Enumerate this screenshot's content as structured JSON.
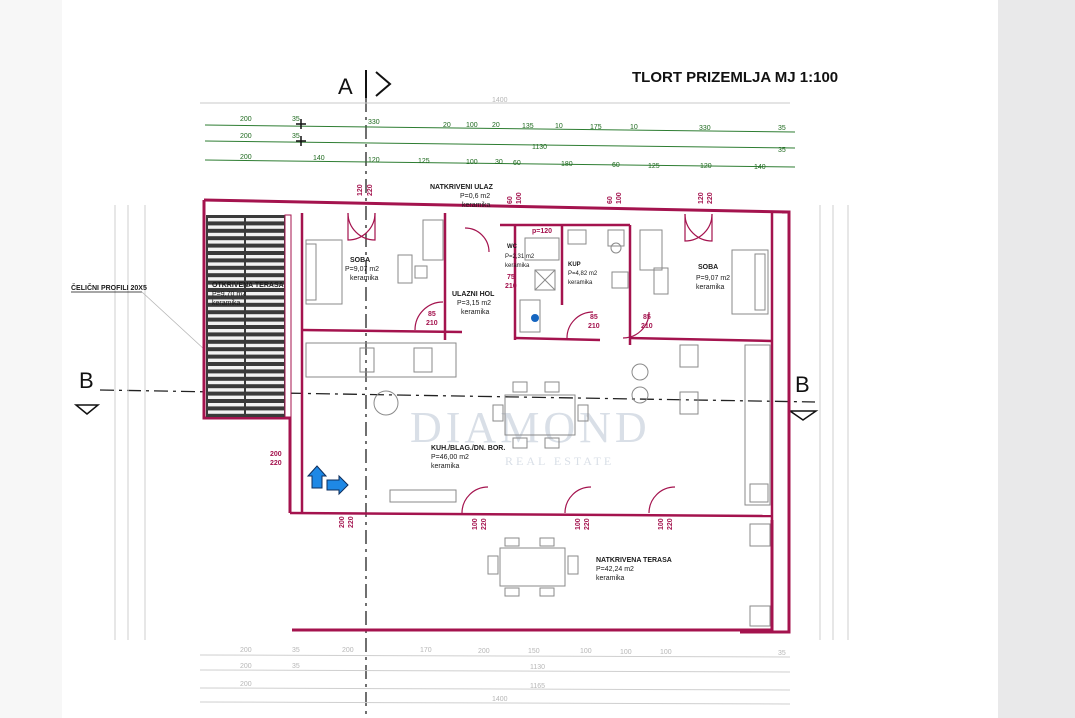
{
  "plan": {
    "title": "TLORT PRIZEMLJA MJ 1:100",
    "section_a": "A",
    "section_b": "B",
    "profile_label": "ČELIČNI PROFILI 20X5",
    "watermark_main": "DIAMOND",
    "watermark_sub": "REAL ESTATE",
    "material": "keramika",
    "rooms": {
      "soba_left": {
        "name": "SOBA",
        "area": "P=9,07 m2"
      },
      "soba_right": {
        "name": "SOBA",
        "area": "P=9,07 m2"
      },
      "otkrivena_terasa": {
        "name": "OTKRIVENA TERASA",
        "area": "P=9,70 m2"
      },
      "natkriveni_ulaz": {
        "name": "NATKRIVENI ULAZ",
        "area": "P=0,6 m2"
      },
      "ulazni_hol": {
        "name": "ULAZNI HOL",
        "area": "P=3,15 m2"
      },
      "wc": {
        "name": "WC",
        "area": "P=2,31 m2"
      },
      "kup": {
        "name": "KUP",
        "area": "P=4,82 m2"
      },
      "kuh_blag": {
        "name": "KUH./BLAG./DN. BOR.",
        "area": "P=46,00 m2"
      },
      "natkrivena_terasa": {
        "name": "NATKRIVENA TERASA",
        "area": "P=42,24 m2"
      }
    },
    "dims_top": {
      "overall": "1400",
      "mid": "1130",
      "row1": [
        "200",
        "35",
        "330",
        "20",
        "100",
        "20",
        "135",
        "10",
        "175",
        "10",
        "330",
        "35"
      ],
      "row2": [
        "200",
        "35",
        "35"
      ],
      "row3": [
        "200",
        "140",
        "120",
        "125",
        "100",
        "30",
        "60",
        "180",
        "60",
        "125",
        "120",
        "140"
      ]
    },
    "dims_bottom": {
      "row1": [
        "200",
        "35",
        "200",
        "170",
        "200",
        "150",
        "100",
        "100",
        "100",
        "35"
      ],
      "row2": [
        "200",
        "35",
        "1130"
      ],
      "row3": [
        "200",
        "1165"
      ],
      "overall": "1400"
    },
    "door_marks": {
      "d120_220": [
        "120",
        "220"
      ],
      "d60_100": [
        "60",
        "100"
      ],
      "d85_210": [
        "85",
        "210"
      ],
      "d75_210": [
        "75",
        "210"
      ],
      "d200_220": [
        "200",
        "220"
      ],
      "d100_220": [
        "100",
        "220"
      ],
      "p120": "p=120"
    }
  }
}
